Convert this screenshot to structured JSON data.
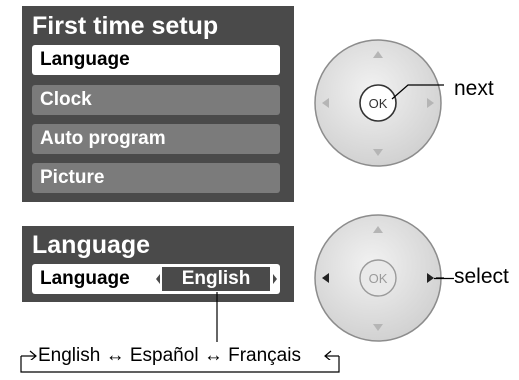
{
  "setup_menu": {
    "title": "First time setup",
    "items": [
      {
        "label": "Language",
        "selected": true
      },
      {
        "label": "Clock",
        "selected": false
      },
      {
        "label": "Auto program",
        "selected": false
      },
      {
        "label": "Picture",
        "selected": false
      }
    ]
  },
  "language_menu": {
    "title": "Language",
    "row_label": "Language",
    "current_value": "English"
  },
  "remote_top": {
    "ok_label": "OK",
    "callout": "next"
  },
  "remote_bottom": {
    "ok_label": "OK",
    "callout": "select"
  },
  "language_cycle": {
    "options": [
      "English",
      "Español",
      "Français"
    ],
    "text": "English ↔ Español ↔ Français"
  },
  "colors": {
    "panel": "#4a4a4a",
    "unselected_item": "#7b7b7b",
    "selected_item": "#ffffff",
    "pad": "#dcdcdc"
  },
  "icons": {
    "pad_arrows": [
      "up-arrow-icon",
      "down-arrow-icon",
      "left-arrow-icon",
      "right-arrow-icon"
    ],
    "cycle_arrows": [
      "right-arrow-icon",
      "left-arrow-icon"
    ]
  }
}
